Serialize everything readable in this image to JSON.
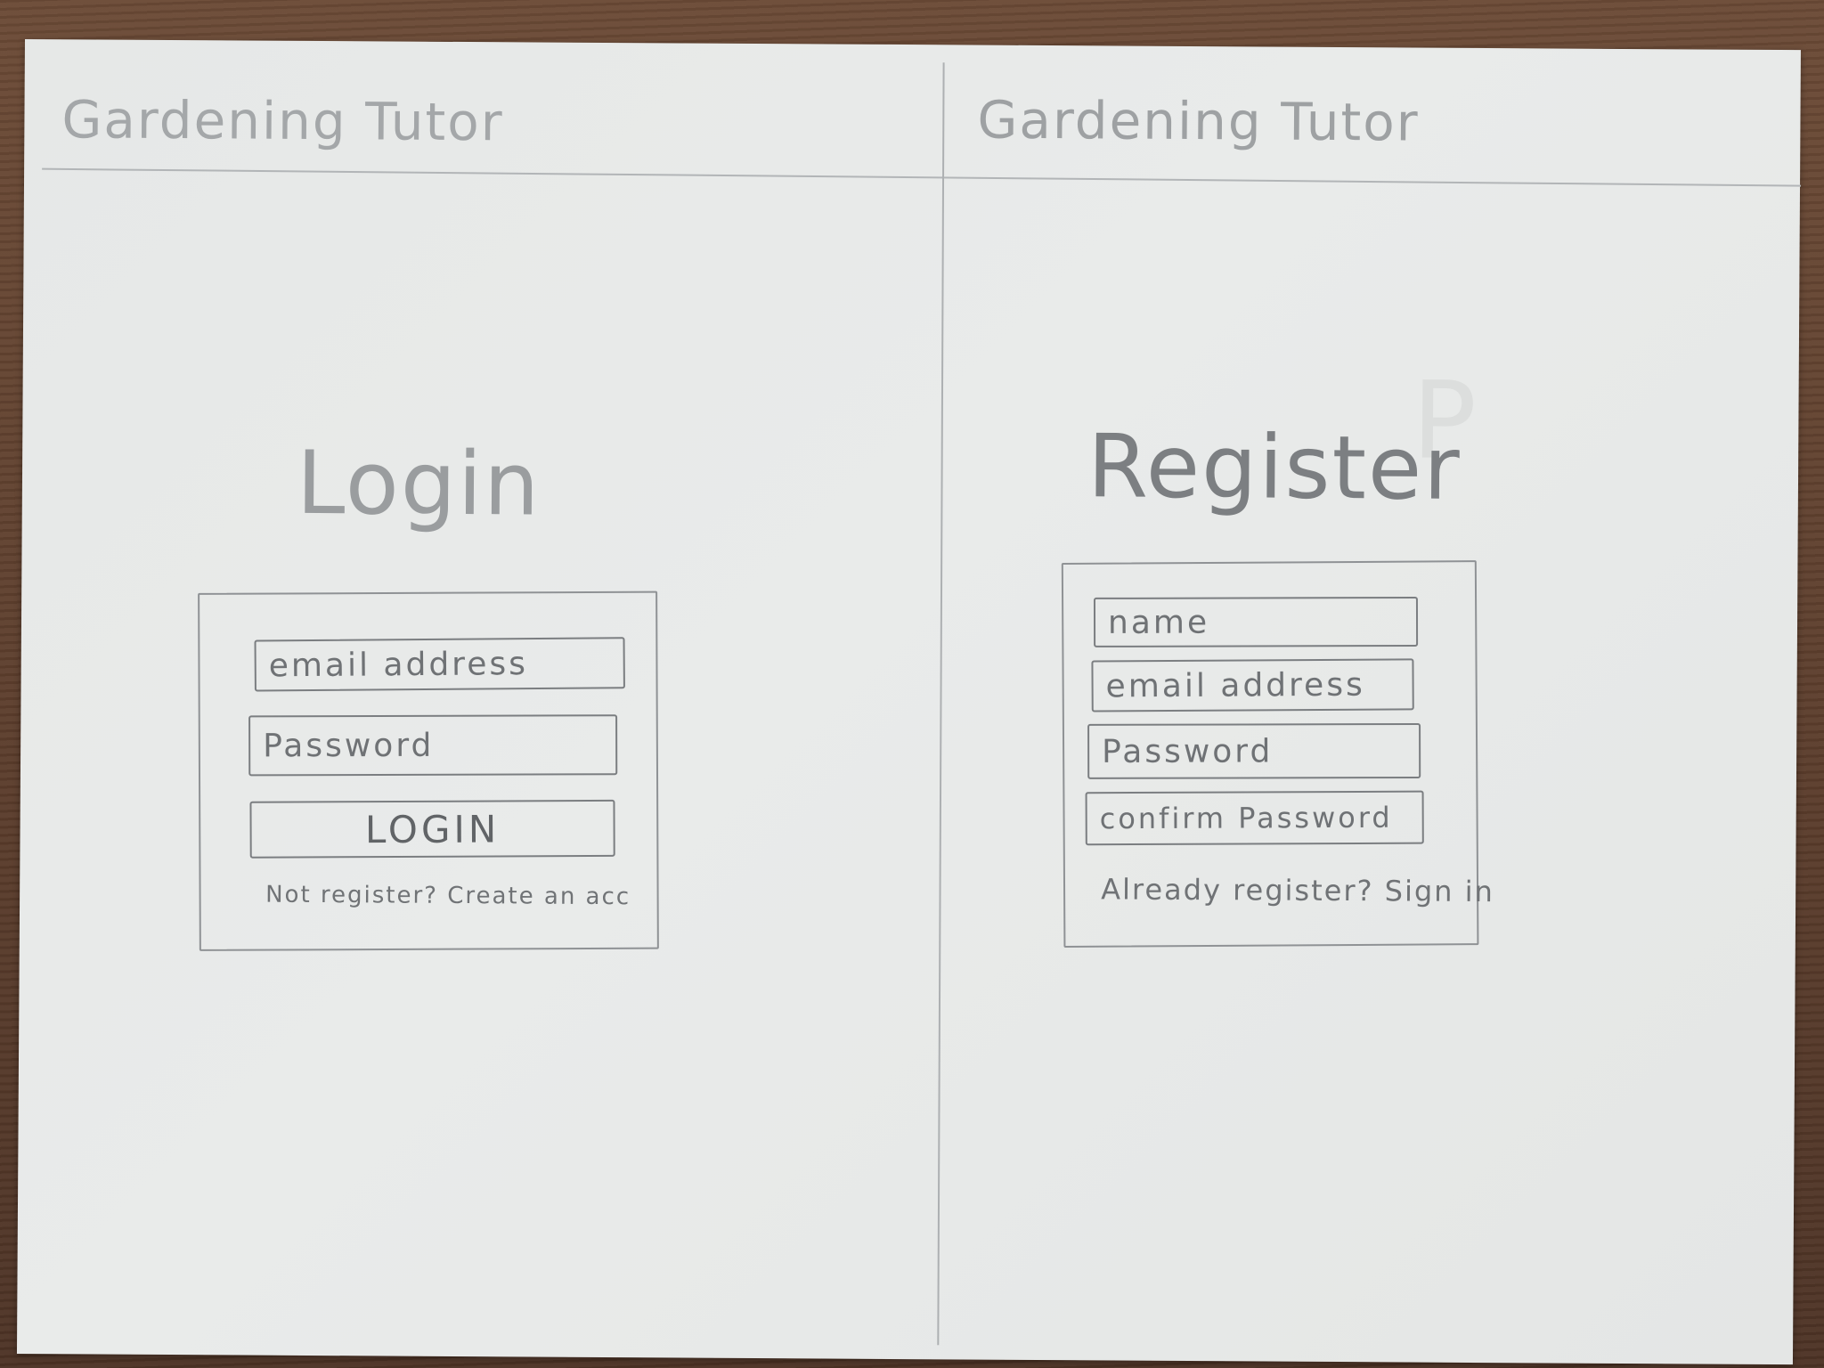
{
  "login_screen": {
    "app_title": "Gardening Tutor",
    "title": "Login",
    "email_placeholder": "email address",
    "password_placeholder": "Password",
    "login_button": "LOGIN",
    "register_link": "Not register? Create an acc"
  },
  "register_screen": {
    "app_title": "Gardening Tutor",
    "title": "Register",
    "name_placeholder": "name",
    "email_placeholder": "email address",
    "password_placeholder": "Password",
    "confirm_password_placeholder": "confirm Password",
    "signin_link": "Already register? Sign in"
  }
}
